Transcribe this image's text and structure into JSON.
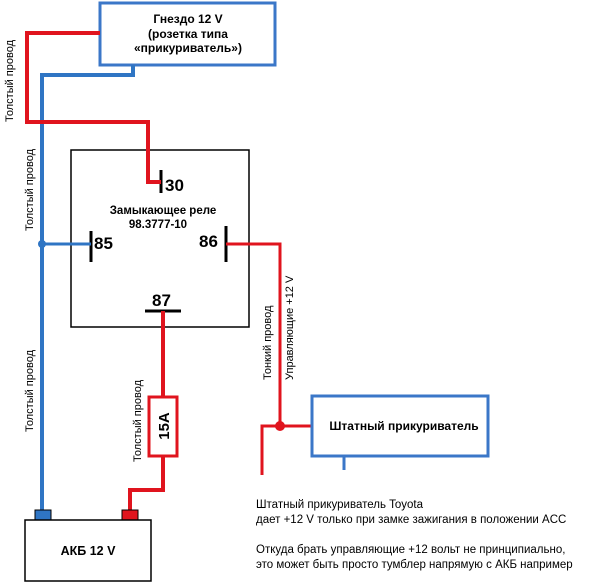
{
  "socket_box": {
    "line1": "Гнездо 12 V",
    "line2": "(розетка типа",
    "line3": "«прикуриватель»)"
  },
  "relay": {
    "title": "Замыкающее реле",
    "model": "98.3777-10",
    "pin_30": "30",
    "pin_85": "85",
    "pin_86": "86",
    "pin_87": "87"
  },
  "fuse": {
    "label": "15A"
  },
  "battery": {
    "label": "АКБ 12 V"
  },
  "stock_lighter": {
    "label": "Штатный прикуриватель"
  },
  "wire_labels": {
    "thick_1": "Толстый провод",
    "thick_2": "Толстый провод",
    "thick_3": "Толстый провод",
    "thick_4": "Толстый провод",
    "thin": "Тонкий провод",
    "control": "Управляющие +12 V"
  },
  "notes": {
    "line1": "Штатный прикуриватель Toyota",
    "line2": "дает +12 V только при замке зажигания в положении ACC",
    "line3": "Откуда брать управляющие +12 вольт не принципиально,",
    "line4": "это может быть просто тумблер напрямую с АКБ например"
  },
  "colors": {
    "positive_wire": "#e0141e",
    "negative_wire": "#2f75c4",
    "box_outline": "#3b77c8",
    "relay_outline": "#000000"
  }
}
